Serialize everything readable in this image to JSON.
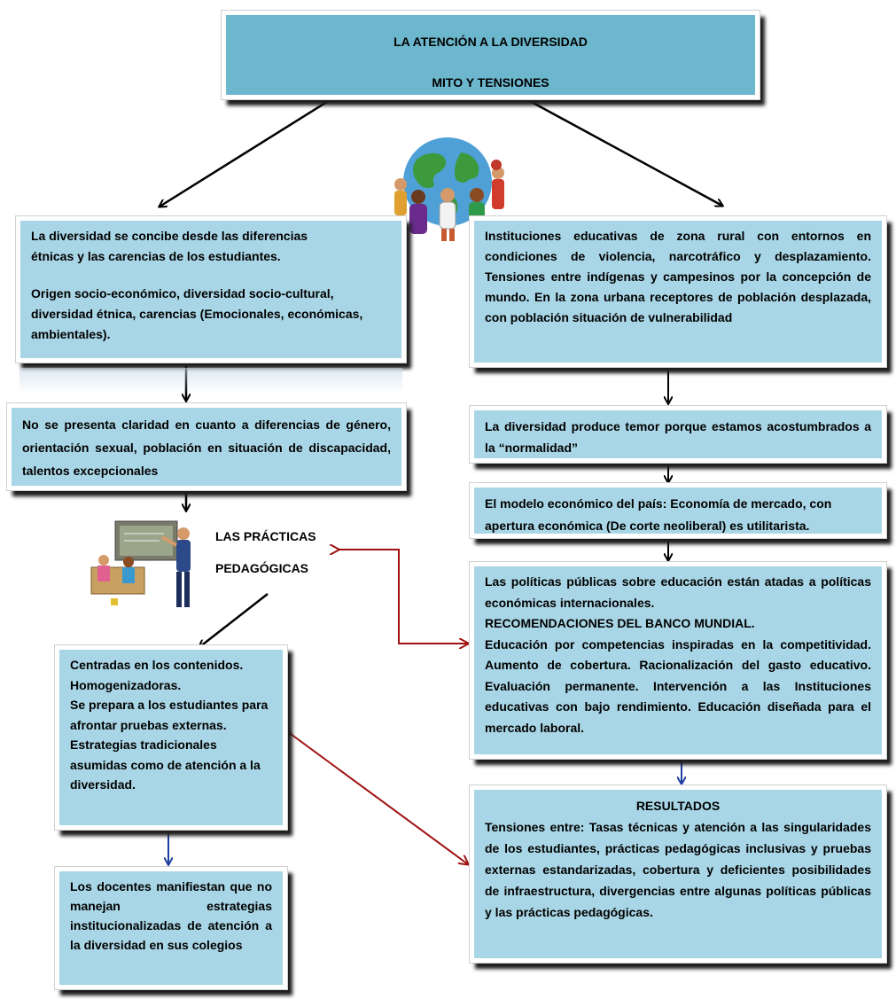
{
  "title": {
    "line1": "LA ATENCIÓN A LA DIVERSIDAD",
    "line2": "MITO Y TENSIONES"
  },
  "left": {
    "box1": {
      "para1": "La diversidad se concibe desde las diferencias étnicas y las carencias de los estudiantes.",
      "para2": "Origen socio-económico, diversidad socio-cultural, diversidad étnica, carencias (Emocionales, económicas, ambientales)."
    },
    "box2": "No se presenta claridad en cuanto a diferencias de género, orientación sexual, población en situación de discapacidad, talentos excepcionales",
    "practicas_label": {
      "line1": "LAS PRÁCTICAS",
      "line2": "PEDAGÓGICAS"
    },
    "box3": [
      "Centradas en los contenidos.",
      "Homogenizadoras.",
      "Se prepara a los estudiantes para afrontar pruebas externas.",
      "Estrategias tradicionales asumidas como de atención a la diversidad."
    ],
    "box4": "Los docentes manifiestan que no manejan estrategias institucionalizadas de atención a la diversidad en sus colegios"
  },
  "right": {
    "box1": "Instituciones educativas de zona rural con entornos en condiciones de violencia, narcotráfico y desplazamiento. Tensiones entre indígenas y campesinos por la concepción de mundo. En la zona urbana receptores de población desplazada, con población situación de vulnerabilidad",
    "box2": "La diversidad produce temor porque estamos acostumbrados a la “normalidad”",
    "box3": "El modelo económico del país: Economía de mercado, con apertura económica (De corte neoliberal) es utilitarista.",
    "box4": {
      "para1": "Las políticas públicas sobre educación están atadas a políticas económicas internacionales.",
      "heading": "RECOMENDACIONES DEL BANCO MUNDIAL.",
      "para2": "Educación por competencias inspiradas en la competitividad. Aumento de cobertura. Racionalización del gasto educativo. Evaluación permanente. Intervención a las Instituciones educativas con bajo rendimiento. Educación diseñada para el mercado laboral."
    },
    "box5": {
      "heading": "RESULTADOS",
      "text": "Tensiones entre: Tasas técnicas y atención a las singularidades de los estudiantes, prácticas pedagógicas inclusivas y pruebas externas estandarizadas, cobertura y deficientes posibilidades de infraestructura, divergencias entre algunas políticas públicas y las prácticas pedagógicas."
    }
  },
  "colors": {
    "box": "#a9d6e6",
    "title_box": "#6cb7cd",
    "arrow_black": "#000000",
    "arrow_red": "#a01010",
    "arrow_blue": "#1f3fa0"
  },
  "images": [
    "globe-children-clipart",
    "classroom-teacher-clipart"
  ]
}
